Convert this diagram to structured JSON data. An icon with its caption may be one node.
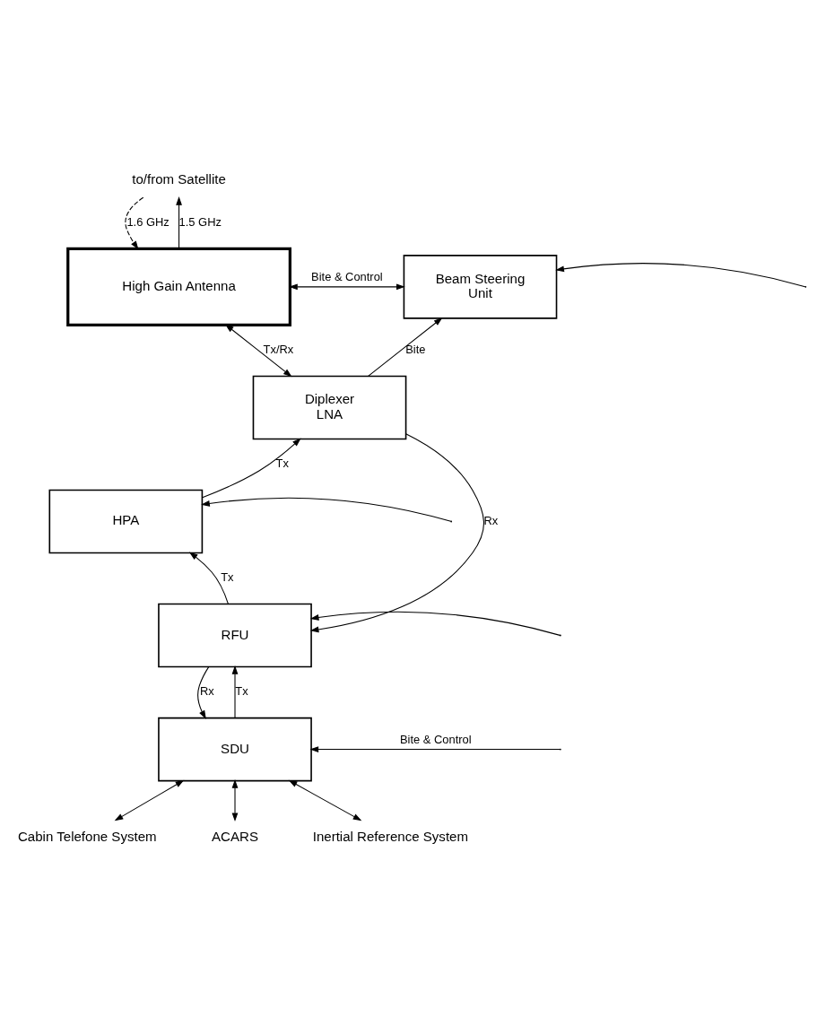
{
  "diagram": {
    "nodes": [
      {
        "text": [
          "to/from Satellite"
        ]
      },
      {
        "text": [
          "High Gain Antenna"
        ]
      },
      {
        "text": [
          "Beam Steering Unit"
        ]
      },
      {
        "text": [
          "Diplexer LNA"
        ]
      },
      {
        "text": [
          "HPA"
        ]
      },
      {
        "text": [
          "RFU"
        ]
      },
      {
        "text": [
          "SDU"
        ]
      },
      {
        "text": [
          "Cabin Telefone System"
        ]
      },
      {
        "text": [
          "ACARS"
        ]
      },
      {
        "text": [
          "Inertial Reference System"
        ]
      }
    ],
    "edges": [
      {
        "from": 1,
        "to": 0,
        "arrow": "to",
        "label": "1.5 GHz"
      },
      {
        "from": 0,
        "to": 1,
        "arrow": "to",
        "label": "1.6 GHz",
        "style": "dashed"
      },
      {
        "from": 1,
        "to": 2,
        "arrow": "both",
        "label": "Bite & Control"
      },
      {
        "from": 1,
        "to": 3,
        "arrow": "both",
        "label": "Tx/Rx"
      },
      {
        "from": 3,
        "to": 2,
        "arrow": "to",
        "label": "Bite"
      },
      {
        "from": 3,
        "to": 5,
        "arrow": "to",
        "label": "Rx"
      },
      {
        "from": 4,
        "to": 3,
        "arrow": "to",
        "label": "Tx"
      },
      {
        "from": 5,
        "to": 4,
        "arrow": "to",
        "label": "Tx"
      },
      {
        "from": 5,
        "to": 6,
        "arrow": "to",
        "label": "Rx"
      },
      {
        "from": 6,
        "to": 5,
        "arrow": "to",
        "label": "Tx"
      },
      {
        "from": null,
        "to": 2,
        "arrow": "to"
      },
      {
        "from": null,
        "to": 4,
        "arrow": "to"
      },
      {
        "from": null,
        "to": 5,
        "arrow": "to"
      },
      {
        "from": null,
        "to": 6,
        "arrow": "to",
        "label": "Bite & Control"
      },
      {
        "from": 6,
        "to": 7,
        "arrow": "both"
      },
      {
        "from": 6,
        "to": 8,
        "arrow": "both"
      },
      {
        "from": 6,
        "to": 9,
        "arrow": "both"
      }
    ]
  }
}
